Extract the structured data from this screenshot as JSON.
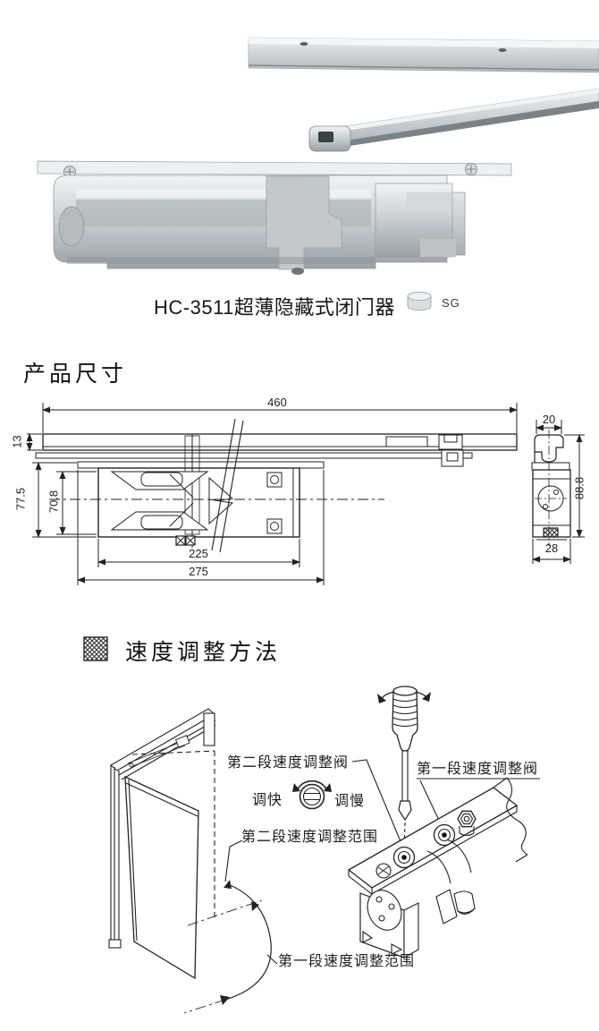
{
  "product": {
    "title": "HC-3511超薄隐藏式闭门器",
    "finish_code": "SG",
    "photo_icon": "door-closer-with-slide-arm-photo",
    "finish_icon": "silver-cylinder"
  },
  "sections": {
    "dimensions": {
      "heading": "产品尺寸"
    },
    "speed": {
      "heading": "速度调整方法",
      "marker_icon": "crosshatch-square"
    }
  },
  "dimensions_mm": {
    "overall_length": "460",
    "channel_depth": "20",
    "channel_height": "13",
    "overall_height": "77.5",
    "body_height": "70.8",
    "screw_spacing": "225",
    "plate_length": "275",
    "side_height": "88.8",
    "side_width": "28"
  },
  "speed_adjustment": {
    "second_stage_valve": "第二段速度调整阀",
    "first_stage_valve": "第一段速度调整阀",
    "turn_faster": "调快",
    "turn_slower": "调慢",
    "second_stage_range": "第二段速度调整范围",
    "first_stage_range": "第一段速度调整范围",
    "tool_icon": "flathead-screwdriver",
    "rotation_icon": "rotate-both-ways-arrow"
  },
  "colors": {
    "line": "#1a1a1a",
    "metal_light": "#f2f3f4",
    "metal_mid": "#c6cacd",
    "metal_dark": "#9aa0a4"
  }
}
